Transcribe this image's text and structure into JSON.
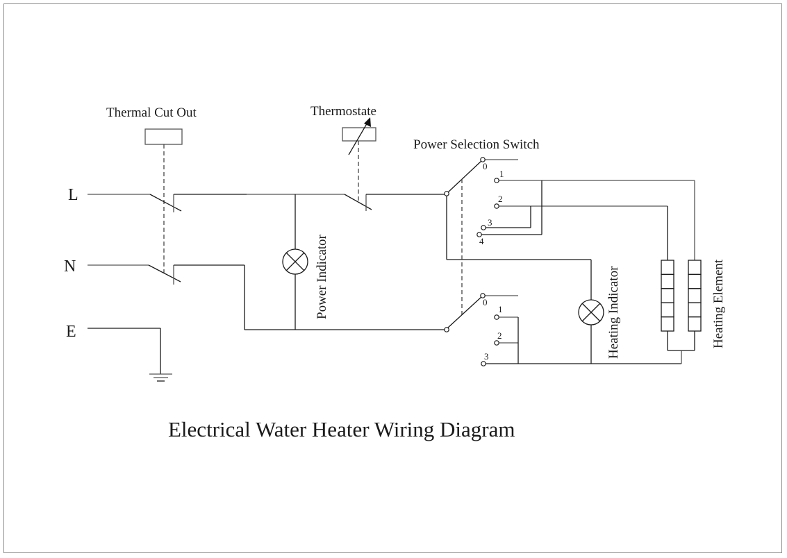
{
  "title": "Electrical Water Heater Wiring Diagram",
  "terminals": {
    "line": "L",
    "neutral": "N",
    "earth": "E"
  },
  "components": {
    "thermal_cut_out": "Thermal Cut Out",
    "thermostat": "Thermostate",
    "power_selection_switch": "Power Selection Switch",
    "power_indicator": "Power Indicator",
    "heating_indicator": "Heating Indicator",
    "heating_element": "Heating Element"
  },
  "switch_upper_positions": [
    "0",
    "1",
    "2",
    "3",
    "4"
  ],
  "switch_lower_positions": [
    "0",
    "1",
    "2",
    "3"
  ],
  "heating_element_segments": 5
}
